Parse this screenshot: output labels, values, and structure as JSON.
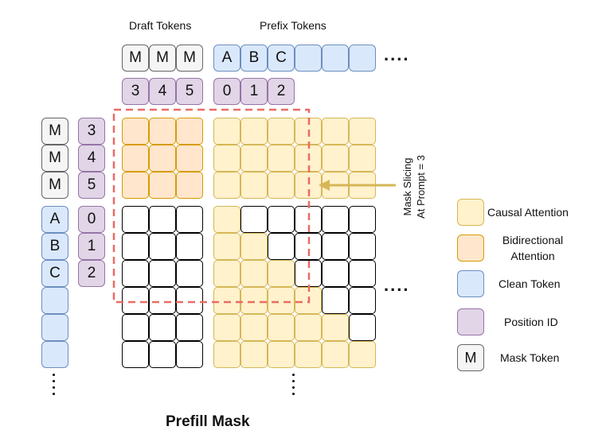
{
  "headers": {
    "draft": "Draft Tokens",
    "prefix": "Prefix Tokens"
  },
  "top_tokens": {
    "mask": [
      "M",
      "M",
      "M"
    ],
    "clean": [
      "A",
      "B",
      "C",
      "",
      "",
      ""
    ],
    "positions": [
      "3",
      "4",
      "5",
      "0",
      "1",
      "2"
    ]
  },
  "left_tokens": {
    "mask": [
      "M",
      "M",
      "M"
    ],
    "clean": [
      "A",
      "B",
      "C",
      "",
      "",
      ""
    ],
    "positions": [
      "3",
      "4",
      "5",
      "0",
      "1",
      "2"
    ]
  },
  "ellipsis": "....",
  "annotation": {
    "line1": "Mask Slicing",
    "line2": "At Prompt = 3"
  },
  "legend": {
    "causal": "Causal Attention",
    "bidirectional": "Bidirectional Attention",
    "clean": "Clean Token",
    "position": "Position ID",
    "mask_symbol": "M",
    "mask": "Mask Token"
  },
  "title": "Prefill Mask",
  "colors": {
    "causal_fill": "#fff2cc",
    "causal_border": "#d6b656",
    "bidir_fill": "#ffe6cc",
    "bidir_border": "#d79b00",
    "clean_fill": "#dae8fc",
    "clean_border": "#6c8ebf",
    "pos_fill": "#e1d5e7",
    "pos_border": "#9673a6",
    "slice_dash": "#ea6b66",
    "arrow": "#d6b656"
  }
}
